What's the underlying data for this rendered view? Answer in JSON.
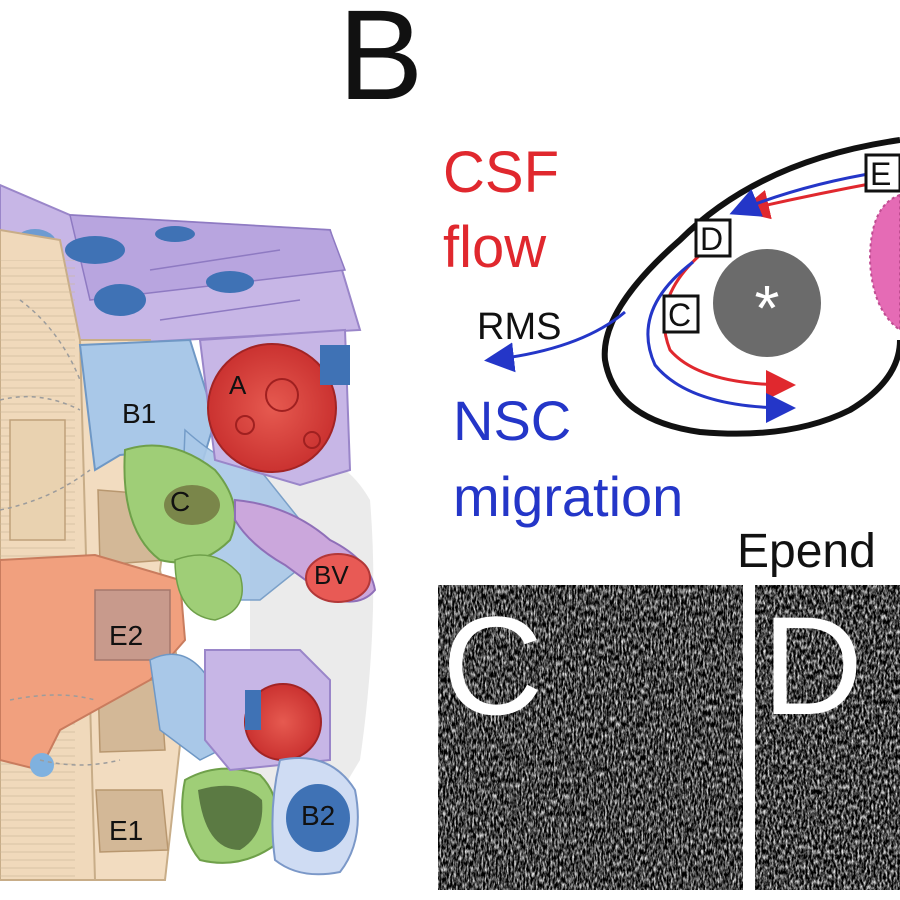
{
  "panel_b": {
    "letter": "B"
  },
  "schematic": {
    "csf_label_line1": "CSF",
    "csf_label_line2": "flow",
    "nsc_label_line1": "NSC",
    "nsc_label_line2": "migration",
    "rms_label": "RMS",
    "box_c": "C",
    "box_d": "D",
    "box_e": "E",
    "center_mark": "*",
    "colors": {
      "csf": "#e0282e",
      "nsc": "#2436c8",
      "ventricle_outline": "#111111",
      "core": "#6b6b6b",
      "pink_region": "#e56bb5"
    }
  },
  "cells": {
    "A": "A",
    "B1": "B1",
    "B2": "B2",
    "C": "C",
    "BV": "BV",
    "E1": "E1",
    "E2": "E2"
  },
  "micrographs": {
    "title": "Epend",
    "left_letter": "C",
    "right_letter": "D"
  }
}
